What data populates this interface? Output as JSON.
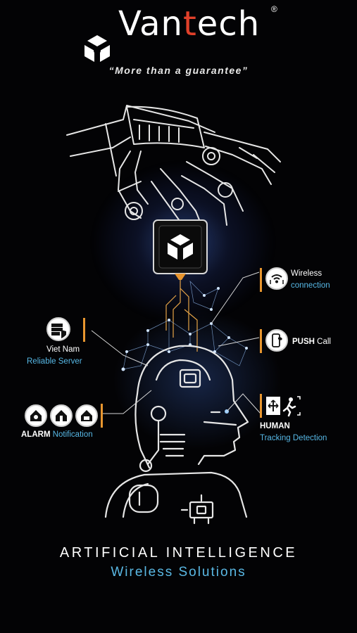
{
  "brand": {
    "name_part1": "Van",
    "name_part2": "t",
    "name_part3": "ech",
    "registered": "®",
    "tagline": "“More than a guarantee”"
  },
  "callouts": {
    "wireless": {
      "title": "Wireless",
      "subtitle": "connection"
    },
    "push": {
      "title_bold": "PUSH",
      "title_rest": " Call"
    },
    "server": {
      "title": "Viet Nam",
      "subtitle": "Reliable Server"
    },
    "alarm": {
      "title_bold": "ALARM",
      "title_rest": " Notification"
    },
    "human": {
      "title": "HUMAN",
      "subtitle": "Tracking Detection"
    }
  },
  "footer": {
    "title": "ARTIFICIAL INTELLIGENCE",
    "subtitle": "Wireless Solutions"
  },
  "colors": {
    "background": "#030305",
    "accent_orange": "#e8962f",
    "accent_blue": "#57b8e6",
    "brand_red": "#e0402a"
  },
  "icons": [
    "vantech-logo-icon",
    "wifi-icon",
    "phone-call-icon",
    "server-shield-icon",
    "home-alarm-icon",
    "running-person-icon",
    "robot-hand-icon",
    "robot-head-icon"
  ]
}
